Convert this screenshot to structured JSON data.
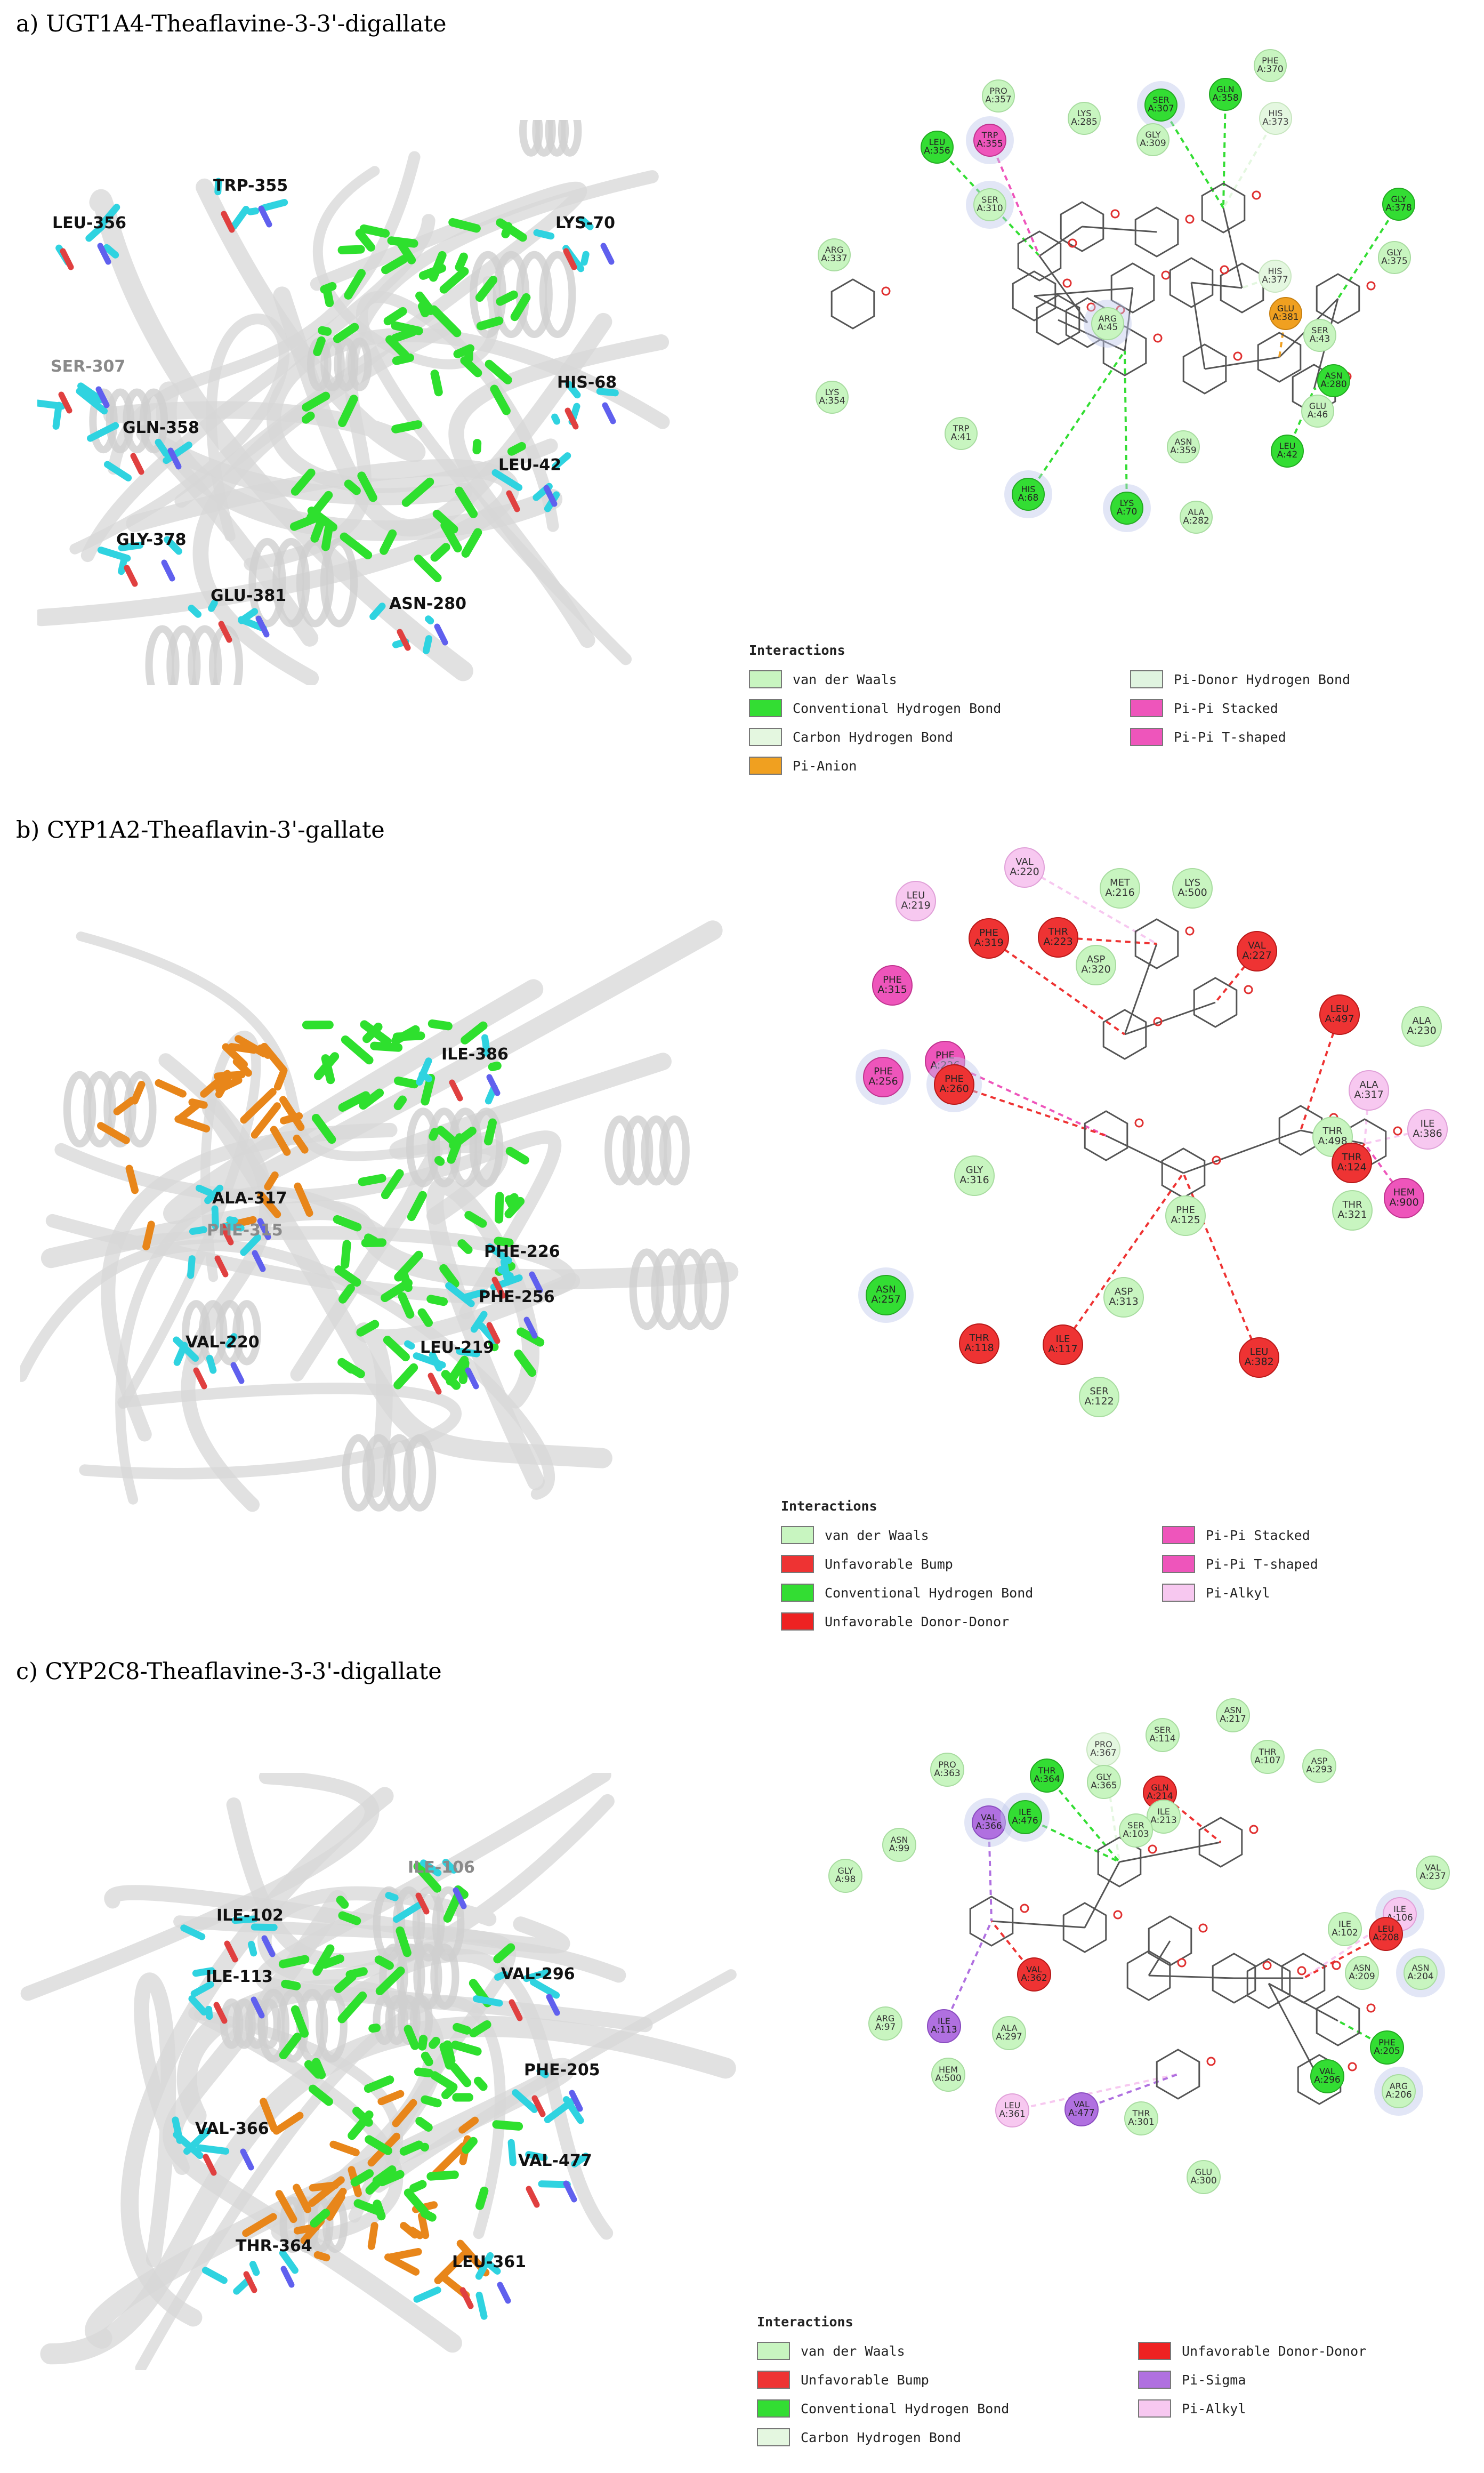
{
  "panels": [
    {
      "title": "a) UGT1A4-Theaflavine-3-3'-digallate",
      "ligand_colors": [
        "#2ee02e"
      ],
      "labels_3d": [
        {
          "text": "TRP-355",
          "grey": false
        },
        {
          "text": "LEU-356",
          "grey": false
        },
        {
          "text": "LYS-70",
          "grey": false
        },
        {
          "text": "SER-307",
          "grey": true
        },
        {
          "text": "HIS-68",
          "grey": false
        },
        {
          "text": "GLN-358",
          "grey": false
        },
        {
          "text": "LEU-42",
          "grey": false
        },
        {
          "text": "GLY-378",
          "grey": false
        },
        {
          "text": "GLU-381",
          "grey": false
        },
        {
          "text": "ASN-280",
          "grey": false
        }
      ],
      "residues": [
        {
          "l1": "PRO",
          "l2": "A:357",
          "type": "vdw"
        },
        {
          "l1": "LYS",
          "l2": "A:285",
          "type": "vdw"
        },
        {
          "l1": "SER",
          "l2": "A:307",
          "type": "hbond"
        },
        {
          "l1": "GLN",
          "l2": "A:358",
          "type": "hbond"
        },
        {
          "l1": "PHE",
          "l2": "A:370",
          "type": "vdw"
        },
        {
          "l1": "LEU",
          "l2": "A:356",
          "type": "hbond"
        },
        {
          "l1": "TRP",
          "l2": "A:355",
          "type": "pistack"
        },
        {
          "l1": "GLY",
          "l2": "A:309",
          "type": "vdw"
        },
        {
          "l1": "HIS",
          "l2": "A:373",
          "type": "chbond"
        },
        {
          "l1": "SER",
          "l2": "A:310",
          "type": "vdw"
        },
        {
          "l1": "GLY",
          "l2": "A:378",
          "type": "hbond"
        },
        {
          "l1": "ARG",
          "l2": "A:337",
          "type": "vdw"
        },
        {
          "l1": "HIS",
          "l2": "A:377",
          "type": "chbond"
        },
        {
          "l1": "GLY",
          "l2": "A:375",
          "type": "vdw"
        },
        {
          "l1": "GLU",
          "l2": "A:381",
          "type": "pianion"
        },
        {
          "l1": "SER",
          "l2": "A:43",
          "type": "vdw"
        },
        {
          "l1": "ARG",
          "l2": "A:45",
          "type": "vdw"
        },
        {
          "l1": "ASN",
          "l2": "A:280",
          "type": "hbond"
        },
        {
          "l1": "LYS",
          "l2": "A:354",
          "type": "vdw"
        },
        {
          "l1": "GLU",
          "l2": "A:46",
          "type": "vdw"
        },
        {
          "l1": "TRP",
          "l2": "A:41",
          "type": "vdw"
        },
        {
          "l1": "ASN",
          "l2": "A:359",
          "type": "vdw"
        },
        {
          "l1": "LEU",
          "l2": "A:42",
          "type": "hbond"
        },
        {
          "l1": "HIS",
          "l2": "A:68",
          "type": "hbond"
        },
        {
          "l1": "LYS",
          "l2": "A:70",
          "type": "hbond"
        },
        {
          "l1": "ALA",
          "l2": "A:282",
          "type": "vdw"
        }
      ],
      "legend": {
        "title": "Interactions",
        "items": [
          {
            "label": "van der Waals",
            "type": "vdw"
          },
          {
            "label": "Conventional Hydrogen Bond",
            "type": "hbond"
          },
          {
            "label": "Carbon Hydrogen Bond",
            "type": "chbond"
          },
          {
            "label": "Pi-Anion",
            "type": "pianion"
          },
          {
            "label": "Pi-Donor Hydrogen Bond",
            "type": "pidonor"
          },
          {
            "label": "Pi-Pi Stacked",
            "type": "pistack"
          },
          {
            "label": "Pi-Pi T-shaped",
            "type": "pitshape"
          }
        ]
      }
    },
    {
      "title": "b) CYP1A2-Theaflavin-3'-gallate",
      "ligand_colors": [
        "#2ee02e",
        "#e8861a"
      ],
      "labels_3d": [
        {
          "text": "ILE-386",
          "grey": false
        },
        {
          "text": "ALA-317",
          "grey": false
        },
        {
          "text": "PHE-315",
          "grey": true
        },
        {
          "text": "PHE-226",
          "grey": false
        },
        {
          "text": "PHE-256",
          "grey": false
        },
        {
          "text": "VAL-220",
          "grey": false
        },
        {
          "text": "LEU-219",
          "grey": false
        }
      ],
      "residues": [
        {
          "l1": "VAL",
          "l2": "A:220",
          "type": "pialkyl"
        },
        {
          "l1": "MET",
          "l2": "A:216",
          "type": "vdw"
        },
        {
          "l1": "LYS",
          "l2": "A:500",
          "type": "vdw"
        },
        {
          "l1": "LEU",
          "l2": "A:219",
          "type": "pialkyl"
        },
        {
          "l1": "PHE",
          "l2": "A:319",
          "type": "bump"
        },
        {
          "l1": "THR",
          "l2": "A:223",
          "type": "bump"
        },
        {
          "l1": "ASP",
          "l2": "A:320",
          "type": "vdw"
        },
        {
          "l1": "VAL",
          "l2": "A:227",
          "type": "bump"
        },
        {
          "l1": "PHE",
          "l2": "A:315",
          "type": "pistack"
        },
        {
          "l1": "LEU",
          "l2": "A:497",
          "type": "bump"
        },
        {
          "l1": "ALA",
          "l2": "A:230",
          "type": "vdw"
        },
        {
          "l1": "PHE",
          "l2": "A:226",
          "type": "pistack"
        },
        {
          "l1": "PHE",
          "l2": "A:256",
          "type": "pistack"
        },
        {
          "l1": "PHE",
          "l2": "A:260",
          "type": "bump"
        },
        {
          "l1": "ALA",
          "l2": "A:317",
          "type": "pialkyl"
        },
        {
          "l1": "ILE",
          "l2": "A:386",
          "type": "pialkyl"
        },
        {
          "l1": "THR",
          "l2": "A:498",
          "type": "vdw"
        },
        {
          "l1": "THR",
          "l2": "A:124",
          "type": "bump"
        },
        {
          "l1": "GLY",
          "l2": "A:316",
          "type": "vdw"
        },
        {
          "l1": "HEM",
          "l2": "A:900",
          "type": "pistack"
        },
        {
          "l1": "THR",
          "l2": "A:321",
          "type": "vdw"
        },
        {
          "l1": "PHE",
          "l2": "A:125",
          "type": "vdw"
        },
        {
          "l1": "ASN",
          "l2": "A:257",
          "type": "hbond"
        },
        {
          "l1": "ASP",
          "l2": "A:313",
          "type": "vdw"
        },
        {
          "l1": "THR",
          "l2": "A:118",
          "type": "bump"
        },
        {
          "l1": "ILE",
          "l2": "A:117",
          "type": "bump"
        },
        {
          "l1": "LEU",
          "l2": "A:382",
          "type": "bump"
        },
        {
          "l1": "SER",
          "l2": "A:122",
          "type": "vdw"
        }
      ],
      "legend": {
        "title": "Interactions",
        "items": [
          {
            "label": "van der Waals",
            "type": "vdw"
          },
          {
            "label": "Unfavorable Bump",
            "type": "bump"
          },
          {
            "label": "Conventional Hydrogen Bond",
            "type": "hbond"
          },
          {
            "label": "Unfavorable Donor-Donor",
            "type": "donor"
          },
          {
            "label": "Pi-Pi Stacked",
            "type": "pistack"
          },
          {
            "label": "Pi-Pi T-shaped",
            "type": "pitshape"
          },
          {
            "label": "Pi-Alkyl",
            "type": "pialkyl"
          }
        ]
      }
    },
    {
      "title": "c) CYP2C8-Theaflavine-3-3'-digallate",
      "ligand_colors": [
        "#2ee02e",
        "#e8861a"
      ],
      "labels_3d": [
        {
          "text": "ILE-106",
          "grey": true
        },
        {
          "text": "ILE-102",
          "grey": false
        },
        {
          "text": "ILE-113",
          "grey": false
        },
        {
          "text": "VAL-296",
          "grey": false
        },
        {
          "text": "PHE-205",
          "grey": false
        },
        {
          "text": "VAL-366",
          "grey": false
        },
        {
          "text": "VAL-477",
          "grey": false
        },
        {
          "text": "THR-364",
          "grey": false
        },
        {
          "text": "LEU-361",
          "grey": false
        }
      ],
      "residues": [
        {
          "l1": "ASN",
          "l2": "A:217",
          "type": "vdw"
        },
        {
          "l1": "SER",
          "l2": "A:114",
          "type": "vdw"
        },
        {
          "l1": "PRO",
          "l2": "A:367",
          "type": "chbond"
        },
        {
          "l1": "THR",
          "l2": "A:107",
          "type": "vdw"
        },
        {
          "l1": "ASP",
          "l2": "A:293",
          "type": "vdw"
        },
        {
          "l1": "PRO",
          "l2": "A:363",
          "type": "vdw"
        },
        {
          "l1": "THR",
          "l2": "A:364",
          "type": "hbond"
        },
        {
          "l1": "GLY",
          "l2": "A:365",
          "type": "vdw"
        },
        {
          "l1": "GLN",
          "l2": "A:214",
          "type": "bump"
        },
        {
          "l1": "ILE",
          "l2": "A:213",
          "type": "vdw"
        },
        {
          "l1": "VAL",
          "l2": "A:366",
          "type": "pisigma"
        },
        {
          "l1": "ILE",
          "l2": "A:476",
          "type": "hbond"
        },
        {
          "l1": "SER",
          "l2": "A:103",
          "type": "vdw"
        },
        {
          "l1": "ASN",
          "l2": "A:99",
          "type": "vdw"
        },
        {
          "l1": "GLY",
          "l2": "A:98",
          "type": "vdw"
        },
        {
          "l1": "VAL",
          "l2": "A:237",
          "type": "vdw"
        },
        {
          "l1": "ILE",
          "l2": "A:106",
          "type": "pialkyl"
        },
        {
          "l1": "ILE",
          "l2": "A:102",
          "type": "vdw"
        },
        {
          "l1": "LEU",
          "l2": "A:208",
          "type": "bump"
        },
        {
          "l1": "VAL",
          "l2": "A:362",
          "type": "bump"
        },
        {
          "l1": "ASN",
          "l2": "A:209",
          "type": "vdw"
        },
        {
          "l1": "ASN",
          "l2": "A:204",
          "type": "vdw"
        },
        {
          "l1": "ARG",
          "l2": "A:97",
          "type": "vdw"
        },
        {
          "l1": "ILE",
          "l2": "A:113",
          "type": "pisigma"
        },
        {
          "l1": "ALA",
          "l2": "A:297",
          "type": "vdw"
        },
        {
          "l1": "PHE",
          "l2": "A:205",
          "type": "hbond"
        },
        {
          "l1": "VAL",
          "l2": "A:296",
          "type": "hbond"
        },
        {
          "l1": "HEM",
          "l2": "A:500",
          "type": "vdw"
        },
        {
          "l1": "ARG",
          "l2": "A:206",
          "type": "vdw"
        },
        {
          "l1": "LEU",
          "l2": "A:361",
          "type": "pialkyl"
        },
        {
          "l1": "VAL",
          "l2": "A:477",
          "type": "pisigma"
        },
        {
          "l1": "THR",
          "l2": "A:301",
          "type": "vdw"
        },
        {
          "l1": "GLU",
          "l2": "A:300",
          "type": "vdw"
        }
      ],
      "legend": {
        "title": "Interactions",
        "items": [
          {
            "label": "van der Waals",
            "type": "vdw"
          },
          {
            "label": "Unfavorable Bump",
            "type": "bump"
          },
          {
            "label": "Conventional Hydrogen Bond",
            "type": "hbond"
          },
          {
            "label": "Carbon Hydrogen Bond",
            "type": "chbond"
          },
          {
            "label": "Unfavorable Donor-Donor",
            "type": "donor"
          },
          {
            "label": "Pi-Sigma",
            "type": "pisigma"
          },
          {
            "label": "Pi-Alkyl",
            "type": "pialkyl"
          }
        ]
      }
    }
  ],
  "interaction_colors": {
    "vdw": {
      "fill": "#c8f5c0",
      "stroke": "#a8dca0",
      "text": "#333333"
    },
    "hbond": {
      "fill": "#33dd33",
      "stroke": "#22aa22",
      "text": "#222222"
    },
    "chbond": {
      "fill": "#e4f7e0",
      "stroke": "#c8e6c0",
      "text": "#444444"
    },
    "pianion": {
      "fill": "#f0a020",
      "stroke": "#c88010",
      "text": "#222222"
    },
    "pidonor": {
      "fill": "#e0f4e0",
      "stroke": "#b8d8b8",
      "text": "#444444"
    },
    "pistack": {
      "fill": "#ee55bb",
      "stroke": "#c0338f",
      "text": "#222222"
    },
    "pitshape": {
      "fill": "#ee55bb",
      "stroke": "#c0338f",
      "text": "#222222"
    },
    "bump": {
      "fill": "#ee3333",
      "stroke": "#b81818",
      "text": "#222222"
    },
    "donor": {
      "fill": "#ee2222",
      "stroke": "#b81818",
      "text": "#222222"
    },
    "pialkyl": {
      "fill": "#f7c8f0",
      "stroke": "#e0a0d8",
      "text": "#333333"
    },
    "pisigma": {
      "fill": "#b070e0",
      "stroke": "#8a4cc0",
      "text": "#222222"
    }
  }
}
